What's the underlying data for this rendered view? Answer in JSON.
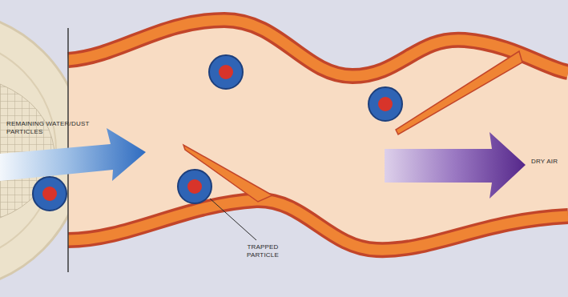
{
  "diagram": {
    "labels": [
      "REMAINING WATER/DUST PARTICLES",
      "TRAPPED PARTICLE",
      "DRY AIR"
    ]
  }
}
